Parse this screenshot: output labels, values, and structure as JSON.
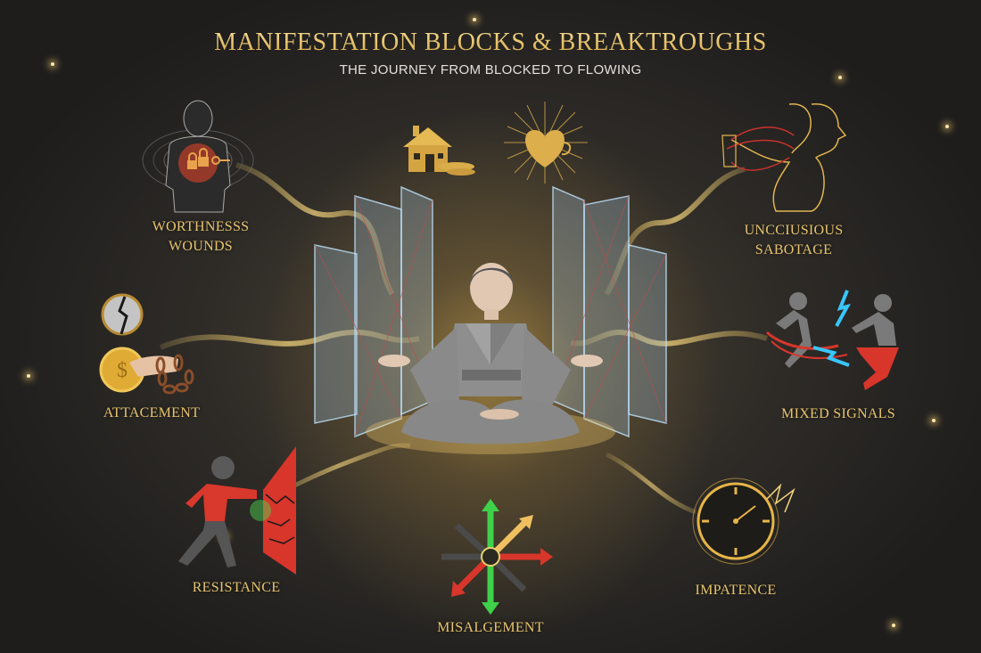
{
  "header": {
    "title": "MANIFESTATION BLOCKS & BREAKTROUGHS",
    "subtitle": "THE JOURNEY FROM BLOCKED TO FLOWING"
  },
  "center": {
    "figure": "meditating-person",
    "top_icons": [
      "house-icon",
      "heart-icon"
    ],
    "panels": "glass-panels"
  },
  "blocks": [
    {
      "id": "worthiness",
      "label_line1": "WORTHNESSS",
      "label_line2": "WOUNDS",
      "icon": "locked-heart-figure-icon"
    },
    {
      "id": "sabotage",
      "label_line1": "UNCCIUSIOUS",
      "label_line2": "SABOTAGE",
      "icon": "self-pulling-silhouette-icon"
    },
    {
      "id": "attachment",
      "label": "ATTACEMENT",
      "icon": "chained-coin-hand-icon"
    },
    {
      "id": "mixed",
      "label": "MIXED SIGNALS",
      "icon": "conflicting-figures-icon"
    },
    {
      "id": "resistance",
      "label": "RESISTANCE",
      "icon": "pushing-wall-icon"
    },
    {
      "id": "misalignment",
      "label": "MISALGEMENT",
      "icon": "scattered-arrows-icon"
    },
    {
      "id": "impatience",
      "label": "IMPATENCE",
      "icon": "clock-icon"
    }
  ],
  "colors": {
    "gold": "#e7c46e",
    "background": "#222120",
    "red": "#d8362b",
    "green": "#3fd14a",
    "blue": "#39c6ff"
  }
}
